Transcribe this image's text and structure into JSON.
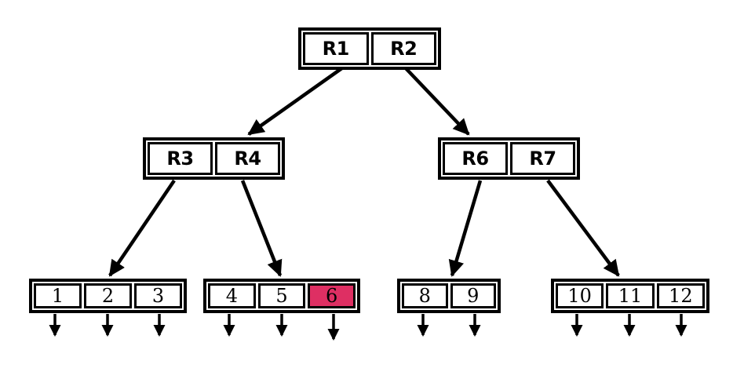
{
  "diagram": {
    "kind": "r-tree-index-diagram",
    "background_color": "#ffffff",
    "line_color": "#000000",
    "highlight_color": "#de2f63",
    "nodes": [
      {
        "id": "root",
        "level": 0,
        "cells": [
          "R1",
          "R2"
        ]
      },
      {
        "id": "node-r3-r4",
        "level": 1,
        "cells": [
          "R3",
          "R4"
        ]
      },
      {
        "id": "node-r6-r7",
        "level": 1,
        "cells": [
          "R6",
          "R7"
        ]
      },
      {
        "id": "leaf-1-2-3",
        "level": 2,
        "cells": [
          "1",
          "2",
          "3"
        ]
      },
      {
        "id": "leaf-4-5-6",
        "level": 2,
        "cells": [
          "4",
          "5",
          "6"
        ],
        "highlighted_cell": "6"
      },
      {
        "id": "leaf-8-9",
        "level": 2,
        "cells": [
          "8",
          "9"
        ]
      },
      {
        "id": "leaf-10-11-12",
        "level": 2,
        "cells": [
          "10",
          "11",
          "12"
        ]
      }
    ],
    "edges": [
      {
        "from_cell": "R1",
        "to_node": "node-r3-r4"
      },
      {
        "from_cell": "R2",
        "to_node": "node-r6-r7"
      },
      {
        "from_cell": "R3",
        "to_node": "leaf-1-2-3"
      },
      {
        "from_cell": "R4",
        "to_node": "leaf-4-5-6"
      },
      {
        "from_cell": "R6",
        "to_node": "leaf-8-9"
      },
      {
        "from_cell": "R7",
        "to_node": "leaf-10-11-12"
      }
    ],
    "leaf_cells_have_down_arrows": true
  }
}
